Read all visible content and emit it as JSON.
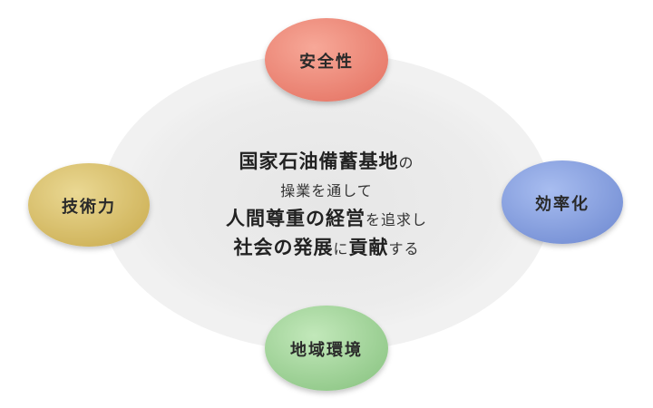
{
  "center": {
    "line1_bold": "国家石油備蓄基地",
    "line1_tail": "の",
    "line2": "操業を通して",
    "line3_bold": "人間尊重の経営",
    "line3_tail": "を追求し",
    "line4_bold1": "社会の発展",
    "line4_mid": "に",
    "line4_bold2": "貢献",
    "line4_tail": "する"
  },
  "nodes": {
    "top": {
      "label": "安全性",
      "color": "#ef8878"
    },
    "right": {
      "label": "効率化",
      "color": "#8aa4e2"
    },
    "bottom": {
      "label": "地域環境",
      "color": "#a8d8a0"
    },
    "left": {
      "label": "技術力",
      "color": "#dcc46e"
    }
  }
}
